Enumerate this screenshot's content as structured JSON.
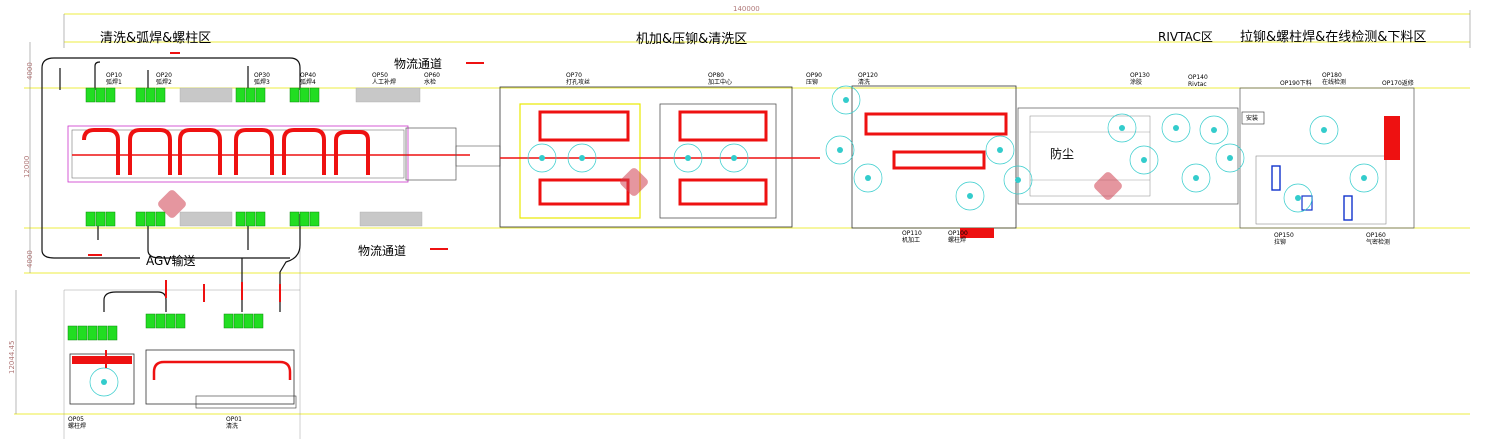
{
  "zones": {
    "zone1": "清洗&弧焊&螺柱区",
    "zone2": "机加&压铆&清洗区",
    "zone3": "RIVTAC区",
    "zone4": "拉铆&螺柱焊&在线检测&下料区"
  },
  "notes": {
    "logistics_top": "物流通道",
    "logistics_bottom": "物流通道",
    "agv": "AGV输送",
    "dust": "防尘"
  },
  "dimensions": {
    "total_length": "140000",
    "left_height": "12000",
    "bottom_height": "12044.45",
    "seg_a": "4000",
    "seg_b": "4000"
  },
  "stations": [
    {
      "code": "OP10",
      "name": "弧焊1"
    },
    {
      "code": "OP20",
      "name": "弧焊2"
    },
    {
      "code": "OP30",
      "name": "弧焊3"
    },
    {
      "code": "OP40",
      "name": "弧焊4"
    },
    {
      "code": "OP50",
      "name": "人工补焊"
    },
    {
      "code": "OP60",
      "name": "水检"
    },
    {
      "code": "OP70",
      "name": "打孔攻丝"
    },
    {
      "code": "OP80",
      "name": "加工中心"
    },
    {
      "code": "OP90",
      "name": "压铆"
    },
    {
      "code": "OP120",
      "name": "清洗"
    },
    {
      "code": "OP110",
      "name": "机加工"
    },
    {
      "code": "OP100",
      "name": "螺柱焊"
    },
    {
      "code": "OP130",
      "name": "涂胶"
    },
    {
      "code": "OP140",
      "name": "Rivtac"
    },
    {
      "code": "OP190",
      "name": "下料"
    },
    {
      "code": "OP180",
      "name": "在线检测"
    },
    {
      "code": "OP170",
      "name": "返修"
    },
    {
      "code": "OP150",
      "name": "拉铆"
    },
    {
      "code": "OP160",
      "name": "气密检测"
    },
    {
      "code": "OP05",
      "name": "螺柱焊"
    },
    {
      "code": "OP01",
      "name": "清洗"
    }
  ],
  "misc": {
    "exit_label": "安装"
  },
  "colors": {
    "green_pallet": "#22dd22",
    "red_conveyor": "#ee1111",
    "yellow_line": "#e8e800",
    "cyan_robot": "#33cccc",
    "magenta_line": "#cc33cc",
    "grey_buffer": "#c8c8c8",
    "watermark": "#d04050"
  }
}
